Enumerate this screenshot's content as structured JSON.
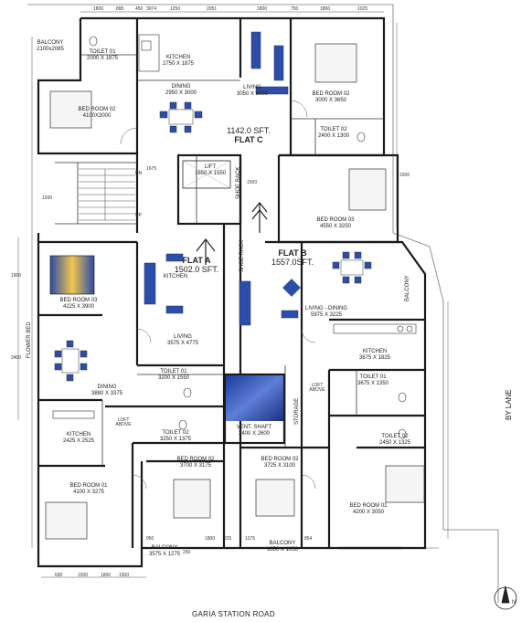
{
  "rooms": [
    {
      "key": "balcony-top-left",
      "name": "BALCONY",
      "dims": "2100x2085"
    },
    {
      "key": "toilet-top",
      "name": "TOILET 01",
      "dims": "2000 X 1875"
    },
    {
      "key": "kitchen-top",
      "name": "KITCHEN",
      "dims": "2750 X 1875"
    },
    {
      "key": "bedroom-02-c",
      "name": "BED ROOM 02",
      "dims": "4100X3000"
    },
    {
      "key": "dining-c",
      "name": "DINING",
      "dims": "2950 X 3000"
    },
    {
      "key": "living-c",
      "name": "LIVING",
      "dims": "3050 X 5000"
    },
    {
      "key": "bedroom-02-top-right",
      "name": "BED ROOM 02",
      "dims": "3000 X 3650"
    },
    {
      "key": "toilet-02-c",
      "name": "TOILET 02",
      "dims": "2400 X 1300"
    },
    {
      "key": "lift",
      "name": "LIFT",
      "dims": "1650 X 1550"
    },
    {
      "key": "bedroom-03-b",
      "name": "BED ROOM 03",
      "dims": "4550 X 3250"
    },
    {
      "key": "bedroom-03-a",
      "name": "BED ROOM 03",
      "dims": "4225 X 3900"
    },
    {
      "key": "kitchen-a-upper",
      "name": "KITCHEN",
      "dims": ""
    },
    {
      "key": "living-a",
      "name": "LIVING",
      "dims": "3575 X 4775"
    },
    {
      "key": "living-dining-b",
      "name": "LIVING - DINING",
      "dims": "5975 X 3225"
    },
    {
      "key": "dining-a",
      "name": "DINING",
      "dims": "3880 X 3375"
    },
    {
      "key": "toilet-01-a",
      "name": "TOILET 01",
      "dims": "3200 X 1550"
    },
    {
      "key": "vent-shaft",
      "name": "VENT. SHAFT",
      "dims": "2400 X 2600"
    },
    {
      "key": "kitchen-b",
      "name": "KITCHEN",
      "dims": "3675 X 1825"
    },
    {
      "key": "toilet-01-b",
      "name": "TOILET 01",
      "dims": "3675 X 1350"
    },
    {
      "key": "kitchen-a",
      "name": "KITCHEN",
      "dims": "2425 X 2525"
    },
    {
      "key": "toilet-02-a",
      "name": "TOILET 02",
      "dims": "3250 X 1375"
    },
    {
      "key": "toilet-02-b",
      "name": "TOILET 02",
      "dims": "2450 X 1325"
    },
    {
      "key": "bedroom-02-a",
      "name": "BED ROOM 02",
      "dims": "3700 X 3175"
    },
    {
      "key": "bedroom-02-b",
      "name": "BED ROOM 02",
      "dims": "3725 X 3100"
    },
    {
      "key": "bedroom-01-b",
      "name": "BED ROOM 01",
      "dims": "4200 X 3050"
    },
    {
      "key": "bedroom-01-a",
      "name": "BED ROOM 01",
      "dims": "4100 X 3275"
    },
    {
      "key": "balcony-a",
      "name": "BALCONY",
      "dims": "3575 X 1275"
    },
    {
      "key": "balcony-b",
      "name": "BALCONY",
      "dims": "3650 X 1050"
    }
  ],
  "flats": {
    "c": {
      "area": "1142.0 SFT.",
      "name": "FLAT C"
    },
    "a": {
      "area": "1502.0 SFT.",
      "name": "FLAT A"
    },
    "b": {
      "area": "1557.0SFT.",
      "name": "FLAT B"
    }
  },
  "labels": {
    "road": "GARIA STATION ROAD",
    "by_lane": "BY LANE",
    "north": "N",
    "dn": "DN",
    "up": "UP",
    "shoe_rack": "SHOE RACK",
    "storage": "STORAGE",
    "loft_above": "LOFT ABOVE",
    "flower_bed": "FLOWER BED",
    "balcony_side": "BALCONY"
  },
  "dimensions": {
    "top": [
      "1800",
      "895",
      "450",
      "3074",
      "1250",
      "2051",
      "1800",
      "750",
      "1800",
      "1025"
    ],
    "bottom": [
      "600",
      "1500",
      "1800",
      "1500"
    ],
    "mid": [
      "1675",
      "1500",
      "1200",
      "1900",
      "2400",
      "1500",
      "1275",
      "1800",
      "225",
      "854",
      "950",
      "250"
    ]
  },
  "colors": {
    "accent_blue": "#2f4fb0",
    "wall": "#1a1a1a",
    "paper": "#ffffff",
    "line": "#444444"
  }
}
